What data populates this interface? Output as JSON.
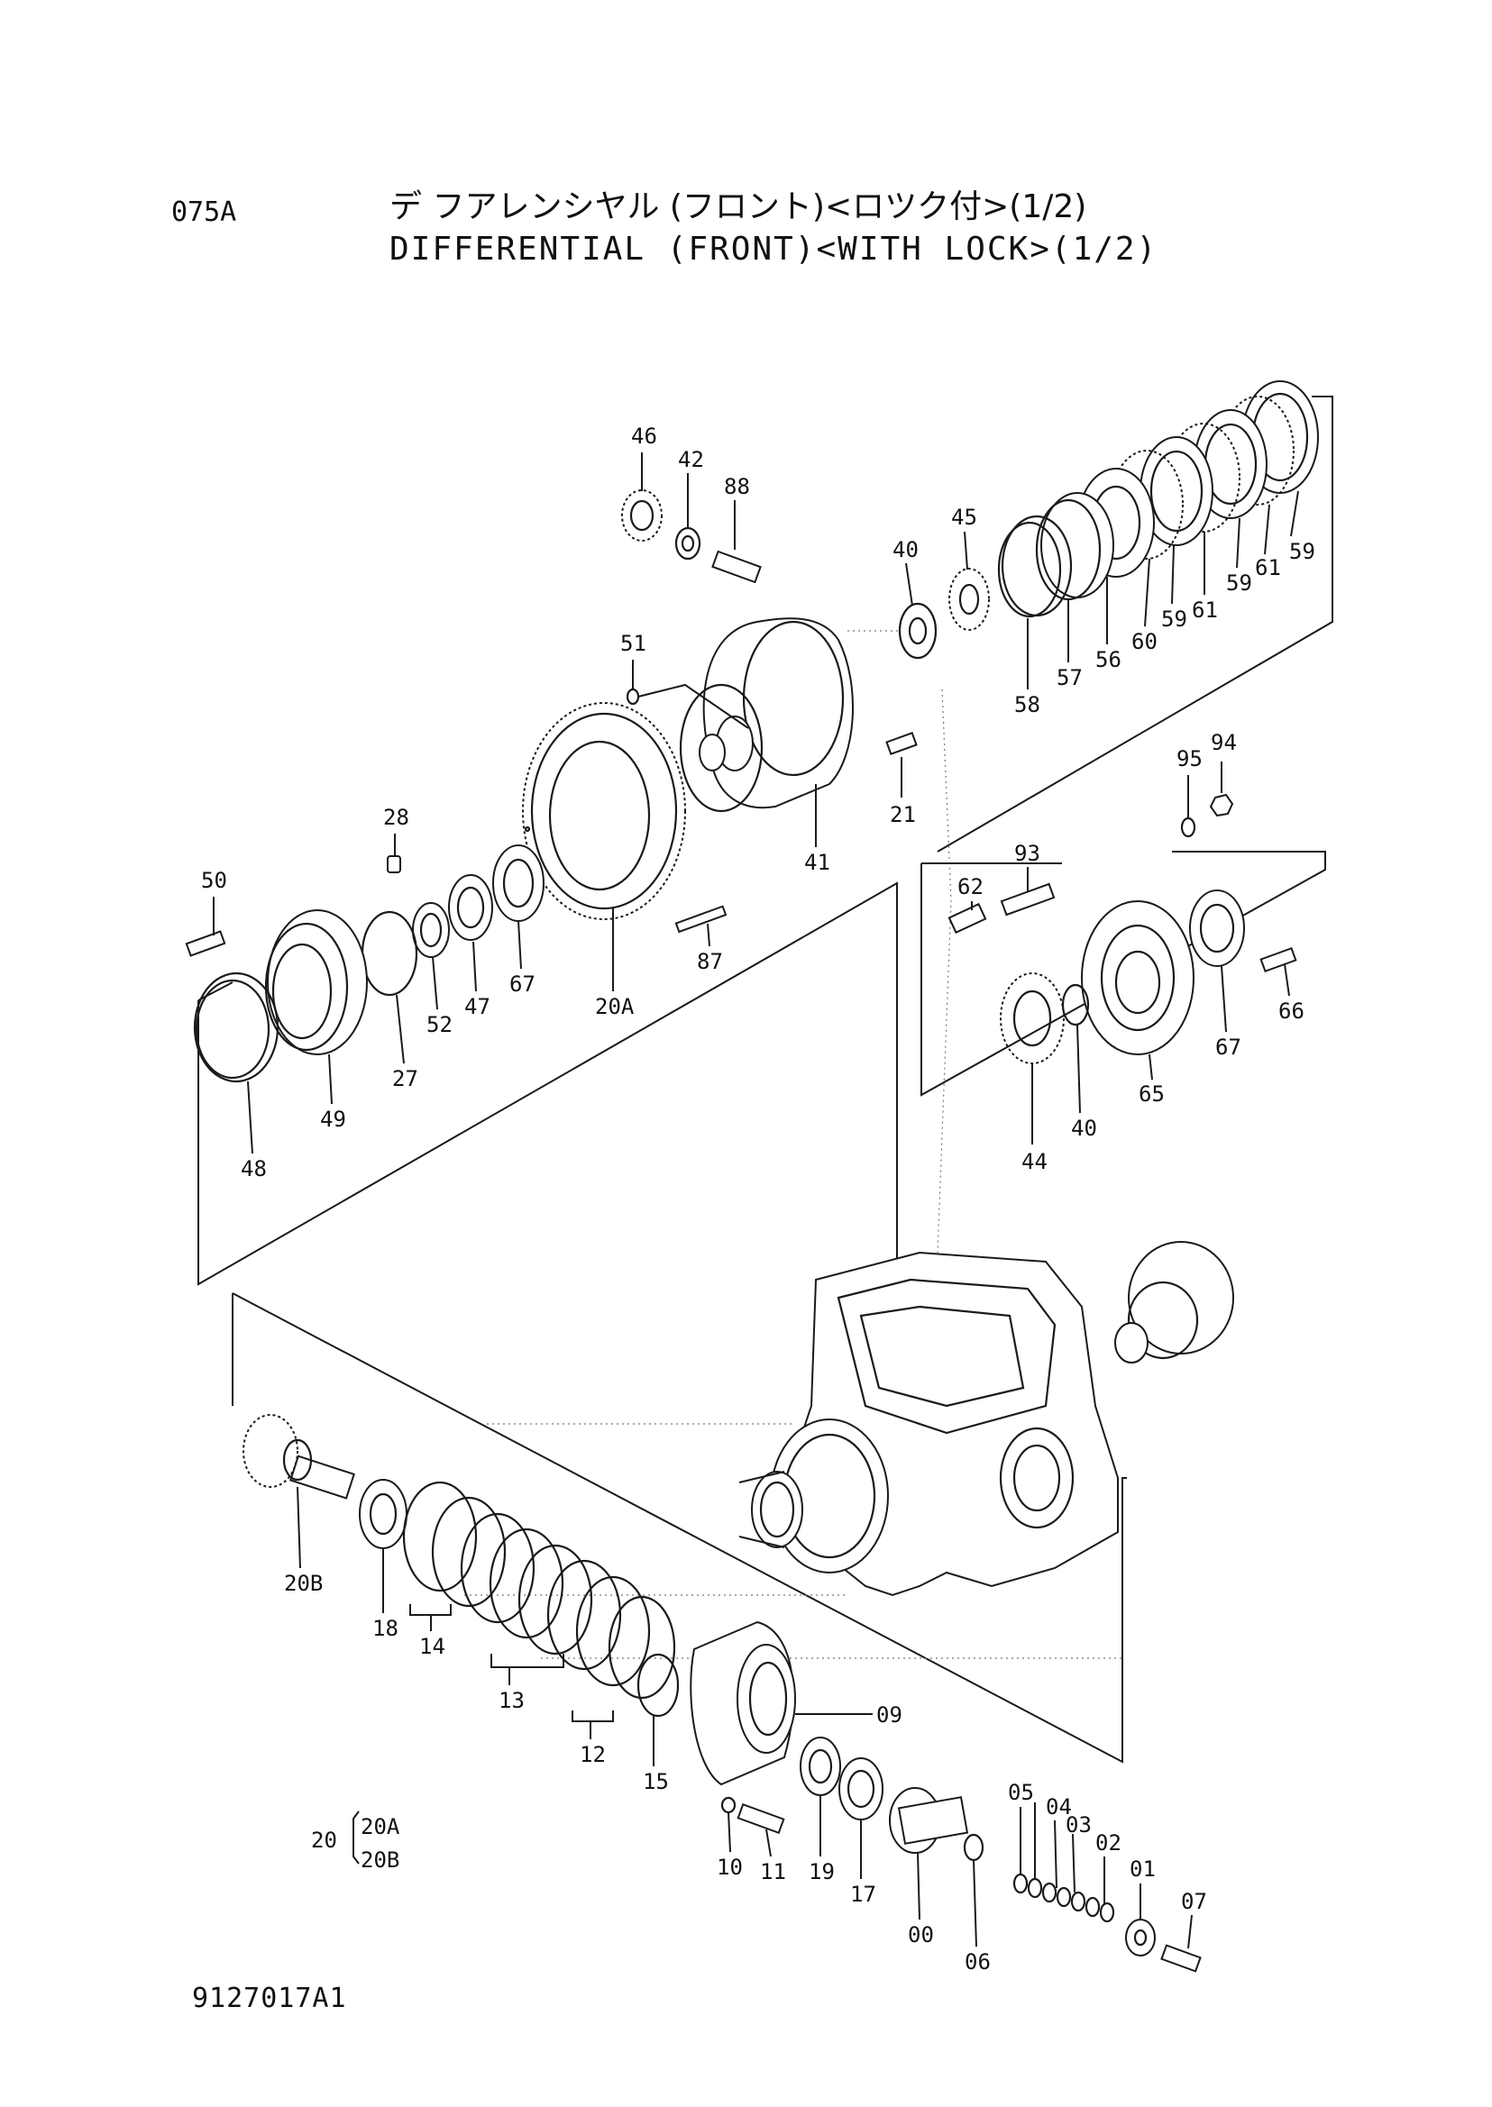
{
  "header": {
    "page_code": "075A",
    "title_jp": "デ フアレンシヤル (フロント)<ロツク付>(1/2)",
    "title_en": "DIFFERENTIAL (FRONT)<WITH LOCK>(1/2)"
  },
  "footer": {
    "doc_number": "9127017A1"
  },
  "callouts": {
    "p46": "46",
    "p42": "42",
    "p88": "88",
    "p40a": "40",
    "p45": "45",
    "p59a": "59",
    "p61a": "61",
    "p59b": "59",
    "p61b": "61",
    "p59c": "59",
    "p60": "60",
    "p56": "56",
    "p57": "57",
    "p58": "58",
    "p51": "51",
    "p21": "21",
    "p41": "41",
    "p87": "87",
    "p20A": "20A",
    "p28": "28",
    "p50": "50",
    "p67a": "67",
    "p47": "47",
    "p52": "52",
    "p27": "27",
    "p49": "49",
    "p48": "48",
    "p95": "95",
    "p94": "94",
    "p93": "93",
    "p62": "62",
    "p66": "66",
    "p67b": "67",
    "p65": "65",
    "p40b": "40",
    "p44": "44",
    "p20B": "20B",
    "p18": "18",
    "p14": "14",
    "p13": "13",
    "p12": "12",
    "p15": "15",
    "p09": "09",
    "p10": "10",
    "p11": "11",
    "p19": "19",
    "p17": "17",
    "p00": "00",
    "p06": "06",
    "p05": "05",
    "p04": "04",
    "p03": "03",
    "p02": "02",
    "p01": "01",
    "p07": "07"
  },
  "assembly_note": {
    "parent": "20",
    "children": [
      "20A",
      "20B"
    ]
  }
}
